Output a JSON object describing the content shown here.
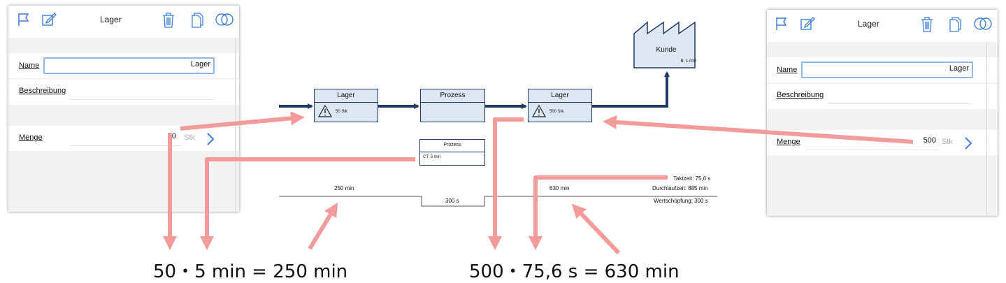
{
  "panel_left": {
    "title": "Lager",
    "name_label": "Name",
    "name_value": "Lager",
    "beschreibung_label": "Beschreibung",
    "menge_label": "Menge",
    "menge_value": "50",
    "menge_unit": "Stk"
  },
  "panel_right": {
    "title": "Lager",
    "name_label": "Name",
    "name_value": "Lager",
    "beschreibung_label": "Beschreibung",
    "menge_label": "Menge",
    "menge_value": "500",
    "menge_unit": "Stk"
  },
  "diagram": {
    "lager1": {
      "title": "Lager",
      "qty": "50 Stk"
    },
    "prozess": {
      "title": "Prozess"
    },
    "lager2": {
      "title": "Lager",
      "qty": "500 Stk"
    },
    "kunde": {
      "title": "Kunde",
      "demand": "B: 1.000"
    },
    "prozess_info": {
      "title": "Prozess",
      "ct": "CT: 5 min"
    },
    "timeline": {
      "t1": "250 min",
      "t2": "300 s",
      "t3": "630 min",
      "takt": "Taktzeit: 75,6 s",
      "durchlauf": "Durchlaufzeit: 885 min",
      "wertschoepfung": "Wertschöpfung: 300 s"
    }
  },
  "formulas": {
    "left": "50・5 min = 250 min",
    "right": "500・75,6 s = 630 min"
  },
  "colors": {
    "accent_blue": "#3d7fd9",
    "flow_navy": "#1f3a66",
    "box_fill": "#dde7f3",
    "annotation_red": "#f39a9a"
  }
}
